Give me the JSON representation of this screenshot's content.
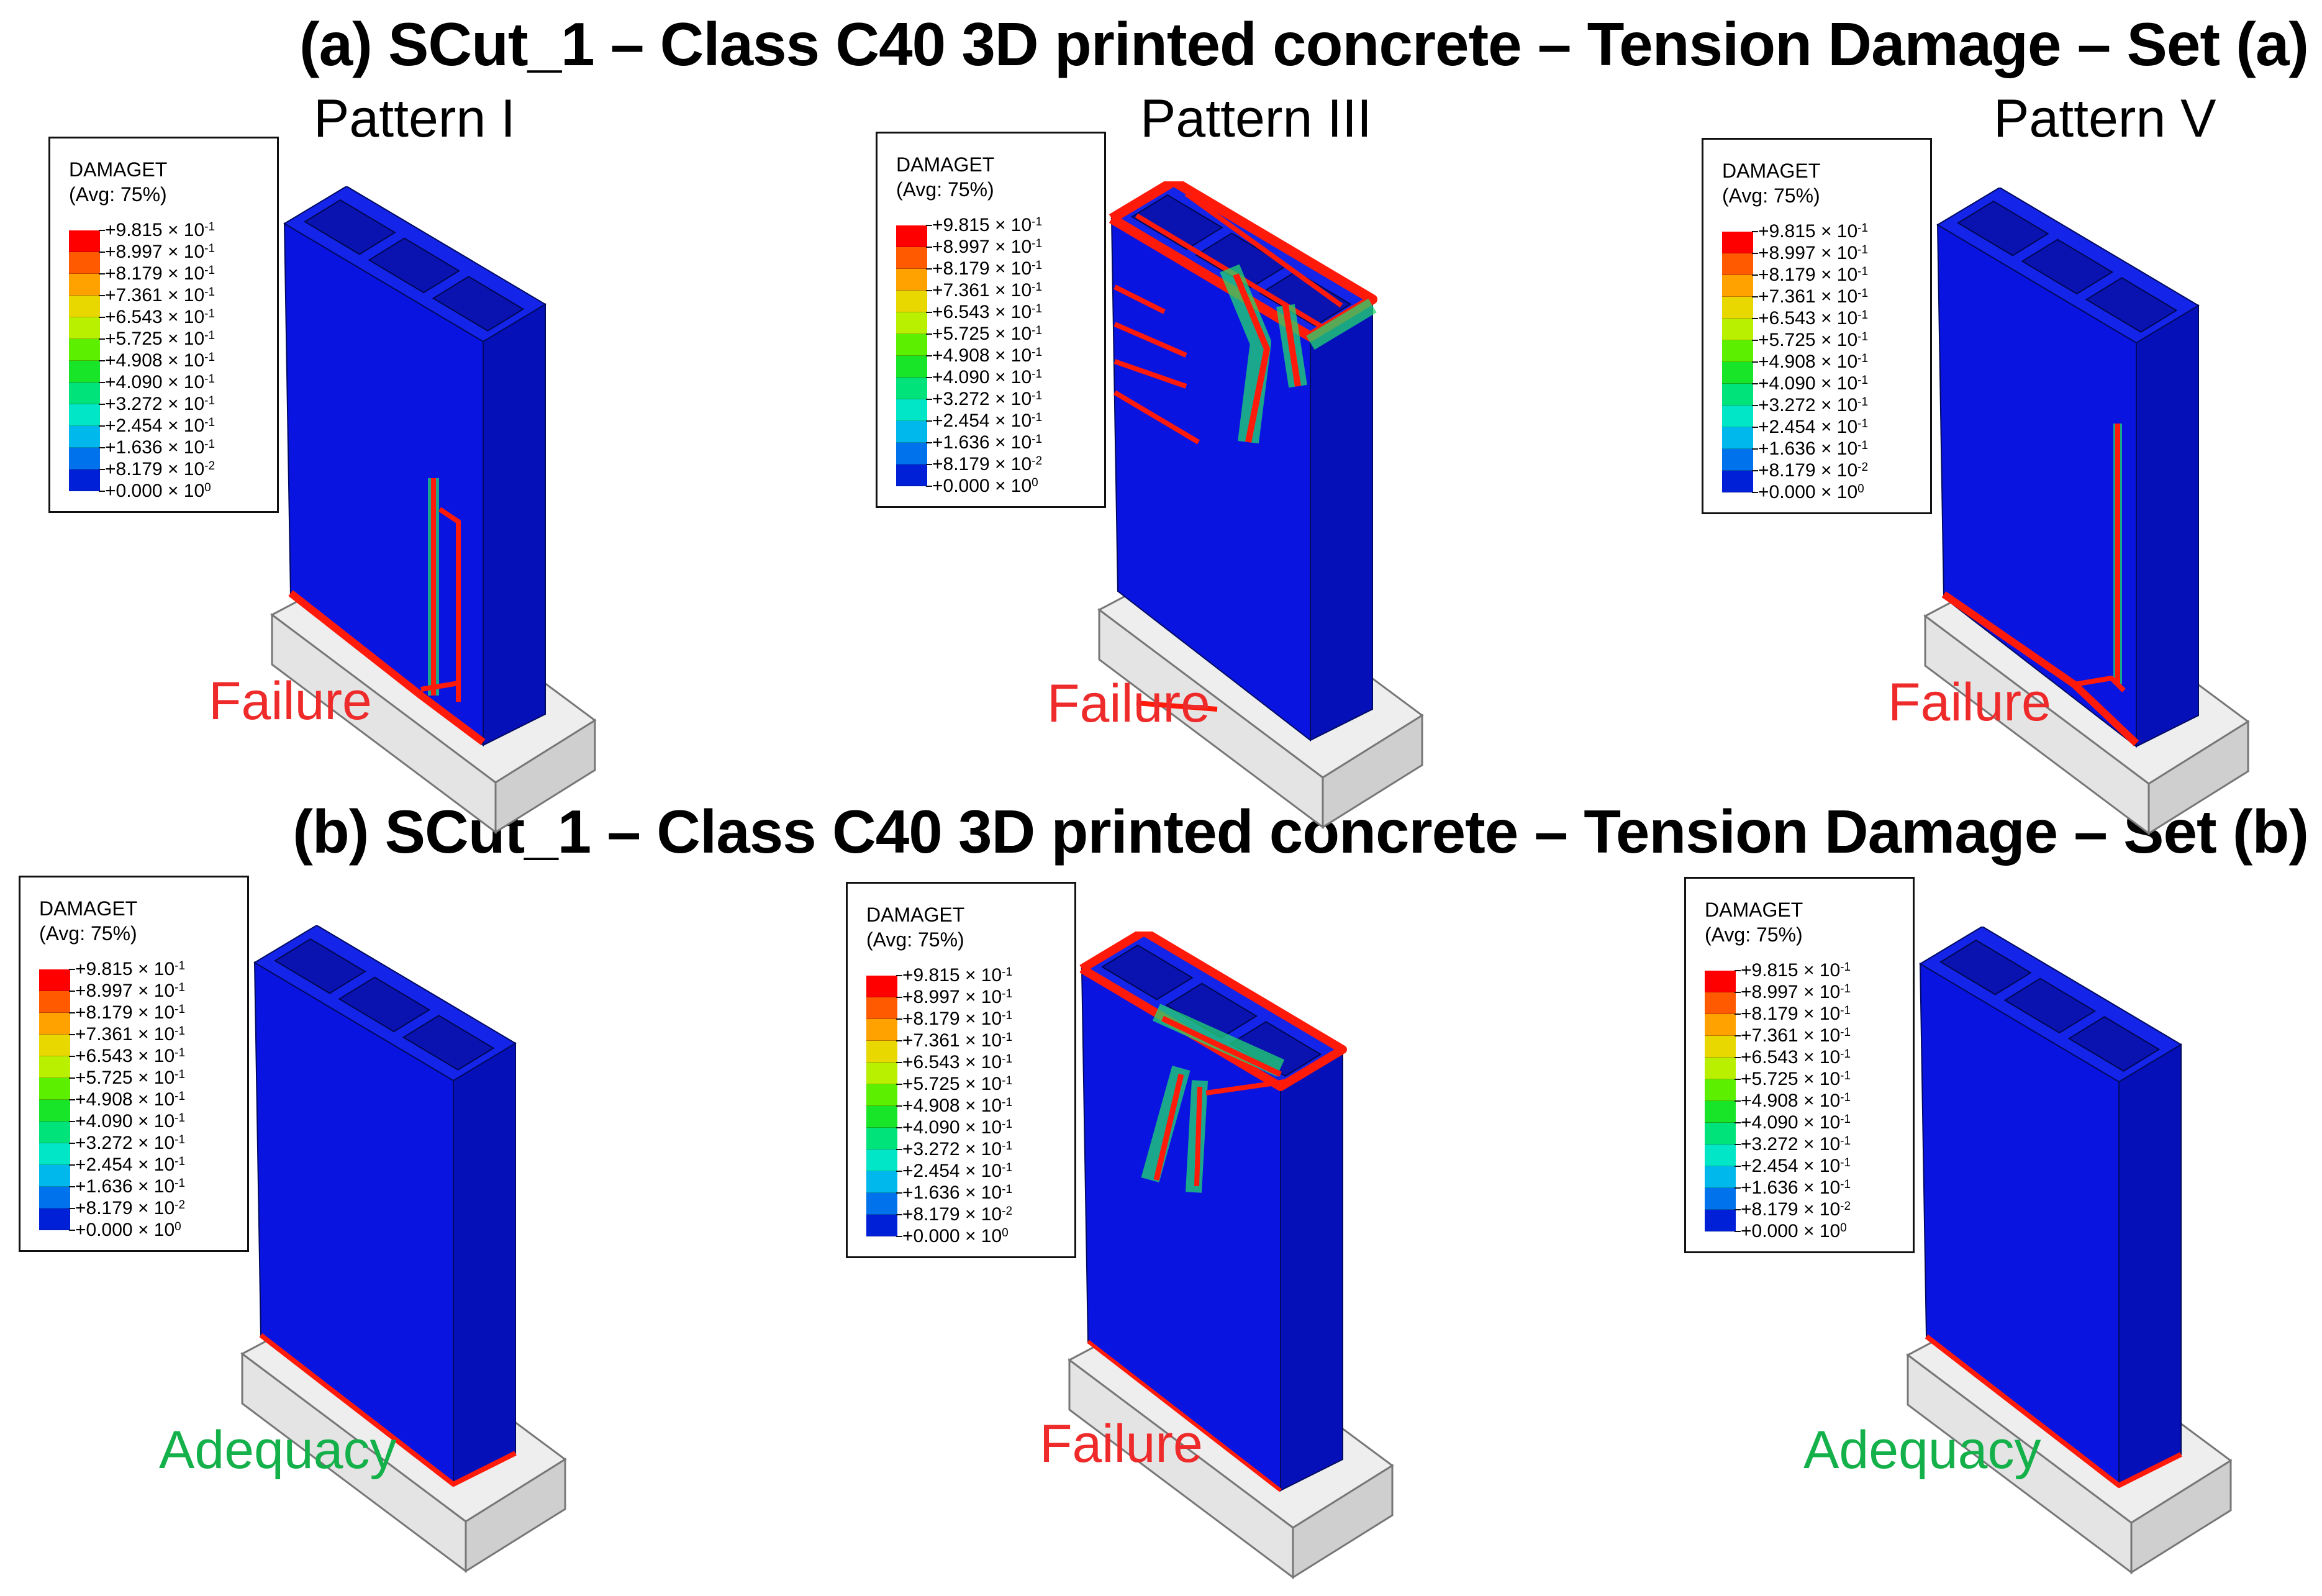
{
  "titles": {
    "a": "(a) SCut_1 – Class C40 3D printed concrete – Tension Damage – Set (a)",
    "b": "(b) SCut_1 – Class C40 3D printed concrete – Tension Damage – Set (b)"
  },
  "patterns": [
    "Pattern I",
    "Pattern III",
    "Pattern V"
  ],
  "legend": {
    "variable": "DAMAGET",
    "averaging": "(Avg: 75%)",
    "entries": [
      {
        "mantissa": "+9.815",
        "exponent": "-1"
      },
      {
        "mantissa": "+8.997",
        "exponent": "-1"
      },
      {
        "mantissa": "+8.179",
        "exponent": "-1"
      },
      {
        "mantissa": "+7.361",
        "exponent": "-1"
      },
      {
        "mantissa": "+6.543",
        "exponent": "-1"
      },
      {
        "mantissa": "+5.725",
        "exponent": "-1"
      },
      {
        "mantissa": "+4.908",
        "exponent": "-1"
      },
      {
        "mantissa": "+4.090",
        "exponent": "-1"
      },
      {
        "mantissa": "+3.272",
        "exponent": "-1"
      },
      {
        "mantissa": "+2.454",
        "exponent": "-1"
      },
      {
        "mantissa": "+1.636",
        "exponent": "-1"
      },
      {
        "mantissa": "+8.179",
        "exponent": "-2"
      },
      {
        "mantissa": "+0.000",
        "exponent": "0"
      }
    ],
    "multiplier": "× 10",
    "band_colors": [
      "#ff0000",
      "#ff5a00",
      "#ffa200",
      "#e8d800",
      "#b8f000",
      "#5cf000",
      "#18e428",
      "#00e27a",
      "#00e6c6",
      "#00b8ec",
      "#0072ec",
      "#0020d8"
    ]
  },
  "panels": [
    {
      "set": "a",
      "pattern": "Pattern I",
      "verdict": "Failure"
    },
    {
      "set": "a",
      "pattern": "Pattern III",
      "verdict": "Failure"
    },
    {
      "set": "a",
      "pattern": "Pattern V",
      "verdict": "Failure"
    },
    {
      "set": "b",
      "pattern": "Pattern I",
      "verdict": "Adequacy"
    },
    {
      "set": "b",
      "pattern": "Pattern III",
      "verdict": "Failure"
    },
    {
      "set": "b",
      "pattern": "Pattern V",
      "verdict": "Adequacy"
    }
  ],
  "colors": {
    "failure": "#ee2a2a",
    "adequacy": "#14b04a",
    "wall": "#0a14e0",
    "wall_side": "#0510b8",
    "damage": "#ff1a0a",
    "base": "#e4e4e4"
  }
}
